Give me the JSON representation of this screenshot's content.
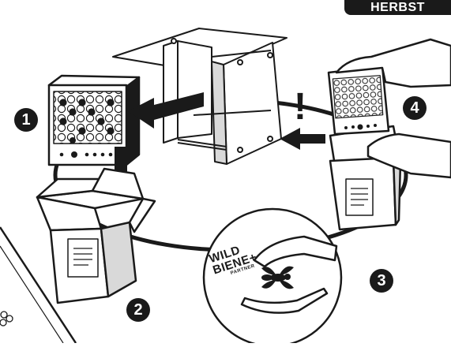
{
  "season_tab": "HERBST",
  "steps": [
    {
      "number": "1"
    },
    {
      "number": "2"
    },
    {
      "number": "3"
    },
    {
      "number": "4"
    }
  ],
  "warning_mark": "!",
  "logo": {
    "line1": "WILD",
    "line2": "BIENE+",
    "line3": "PARTNER"
  },
  "colors": {
    "ink": "#1a1a1a",
    "paper": "#ffffff",
    "shade": "#d9d9d9"
  },
  "icons": [
    "arrow-left-icon",
    "arrow-down-icon",
    "arrow-right-icon",
    "bee-icon",
    "flower-icon",
    "hand-icon"
  ]
}
